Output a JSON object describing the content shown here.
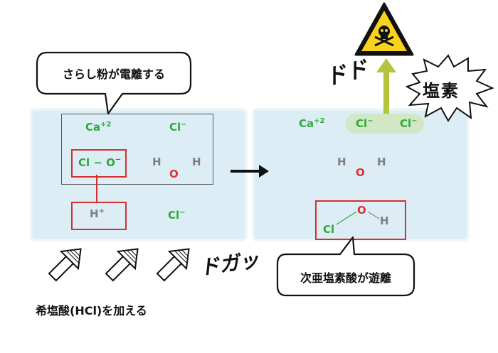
{
  "speech_top": "さらし粉が電離する",
  "speech_bottom": "次亜塩素酸が遊離",
  "caption_add_hcl": "希塩酸(HCl)を加える",
  "sfx_dogatsu": "ドガッ",
  "sfx_dodo": "ドド",
  "burst_label": "塩素",
  "left_panel": {
    "ca": "Ca",
    "ca_charge": "+2",
    "cl_ion": "Cl",
    "cl_charge": "−",
    "hypochlorite": "Cl − O",
    "hypochlorite_charge": "−",
    "water_h1": "H",
    "water_o": "O",
    "water_h2": "H",
    "proton": "H",
    "proton_charge": "+",
    "cl_ion2": "Cl",
    "cl_charge2": "−"
  },
  "right_panel": {
    "ca": "Ca",
    "ca_charge": "+2",
    "cl1": "Cl",
    "cl1_charge": "−",
    "cl2": "Cl",
    "cl2_charge": "−",
    "water_h1": "H",
    "water_o": "O",
    "water_h2": "H",
    "hocl_cl": "Cl",
    "hocl_o": "O",
    "hocl_h": "H"
  },
  "colors": {
    "panel": "#dcedf5",
    "green": "#2eaa3a",
    "red": "#d62f2f",
    "gray": "#808080",
    "arrow_up": "#b4c43c",
    "cl_highlight": "#d2e8c4",
    "warning_yellow": "#f7d21e"
  },
  "icons": [
    "warning-skull-icon",
    "right-arrow-icon",
    "up-arrow-icon",
    "hatched-arrow-icon"
  ]
}
